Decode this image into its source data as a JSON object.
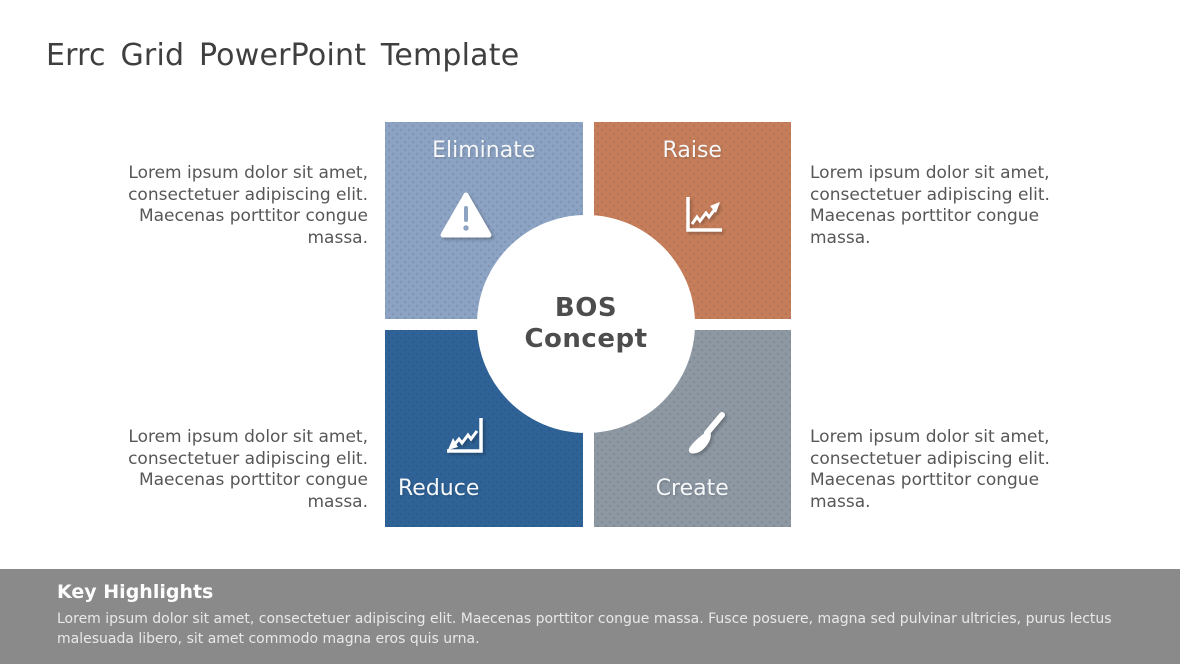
{
  "title": "Errc Grid PowerPoint Template",
  "colors": {
    "eliminate": "#8ca3c3",
    "raise": "#c67e5a",
    "reduce": "#2f6296",
    "create": "#8d98a3",
    "footer_bg": "#8a8a8a",
    "icon_color": "#ffffff",
    "title_text": "#3f3f3f",
    "center_text": "#4d4d4d"
  },
  "grid": {
    "center": {
      "line1": "BOS",
      "line2": "Concept"
    },
    "quadrants": [
      {
        "label": "Eliminate",
        "icon": "warning-triangle-icon"
      },
      {
        "label": "Raise",
        "icon": "chart-rising-icon"
      },
      {
        "label": "Reduce",
        "icon": "chart-declining-icon"
      },
      {
        "label": "Create",
        "icon": "paintbrush-icon"
      }
    ]
  },
  "side_texts": {
    "top_left": "Lorem ipsum dolor sit amet, consectetuer adipiscing elit. Maecenas porttitor congue massa.",
    "top_right": "Lorem ipsum dolor sit amet, consectetuer adipiscing elit. Maecenas porttitor congue massa.",
    "bottom_left": "Lorem ipsum dolor sit amet, consectetuer adipiscing elit. Maecenas porttitor congue massa.",
    "bottom_right": "Lorem ipsum dolor sit amet, consectetuer adipiscing elit. Maecenas porttitor congue massa."
  },
  "footer": {
    "heading": "Key Highlights",
    "body": "Lorem ipsum dolor sit amet, consectetuer adipiscing elit. Maecenas porttitor congue massa. Fusce posuere, magna sed pulvinar ultricies, purus lectus malesuada libero, sit amet commodo magna eros quis urna."
  }
}
